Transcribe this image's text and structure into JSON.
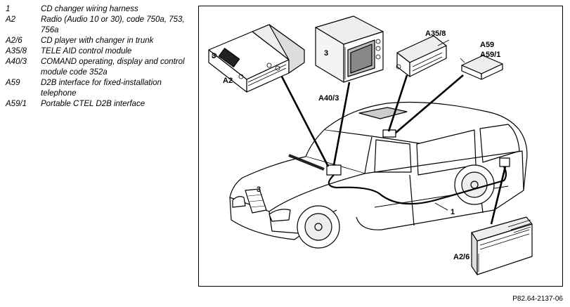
{
  "legend": [
    {
      "code": "1",
      "desc": "CD changer wiring harness"
    },
    {
      "code": "A2",
      "desc": "Radio (Audio 10 or 30), code 750a, 753, 756a"
    },
    {
      "code": "A2/6",
      "desc": "CD player with changer in trunk"
    },
    {
      "code": "A35/8",
      "desc": "TELE AID control module"
    },
    {
      "code": "A40/3",
      "desc": "COMAND operating, display and control module code 352a"
    },
    {
      "code": "A59",
      "desc": "D2B interface for fixed-installation telephone"
    },
    {
      "code": "A59/1",
      "desc": "Portable CTEL D2B interface"
    }
  ],
  "diagram": {
    "labels": {
      "a2": "A2",
      "a40_3": "A40/3",
      "a35_8": "A35/8",
      "a59": "A59",
      "a59_1": "A59/1",
      "a2_6": "A2/6",
      "harness": "1",
      "radio_num": "3",
      "comand_num": "3",
      "car_num": "3"
    }
  },
  "reference": "P82.64-2137-06"
}
